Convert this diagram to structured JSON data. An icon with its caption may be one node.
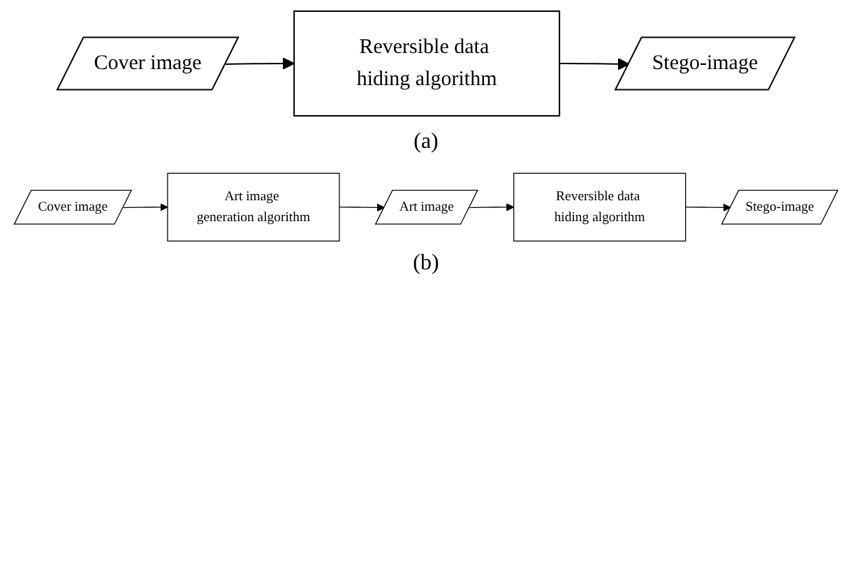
{
  "diagram": {
    "nodes": [
      {
        "text": [
          "Cover image"
        ]
      },
      {
        "text": [
          "Reversible data hiding algorithm"
        ]
      },
      {
        "text": [
          "Stego-image"
        ]
      },
      {
        "text": [
          "Cover image"
        ]
      },
      {
        "text": [
          "Art image generation algorithm"
        ]
      },
      {
        "text": [
          "Art image"
        ]
      },
      {
        "text": [
          "Reversible data hiding algorithm"
        ]
      },
      {
        "text": [
          "Stego-image"
        ]
      }
    ],
    "edges": [
      {
        "from": 0,
        "to": 1,
        "arrow": "to"
      },
      {
        "from": 1,
        "to": 2,
        "arrow": "to"
      },
      {
        "from": 3,
        "to": 4,
        "arrow": "to"
      },
      {
        "from": 4,
        "to": 5,
        "arrow": "to"
      },
      {
        "from": 5,
        "to": 6,
        "arrow": "to"
      },
      {
        "from": 6,
        "to": 7,
        "arrow": "to"
      }
    ],
    "labels": [
      "(a)",
      "(b)"
    ]
  }
}
